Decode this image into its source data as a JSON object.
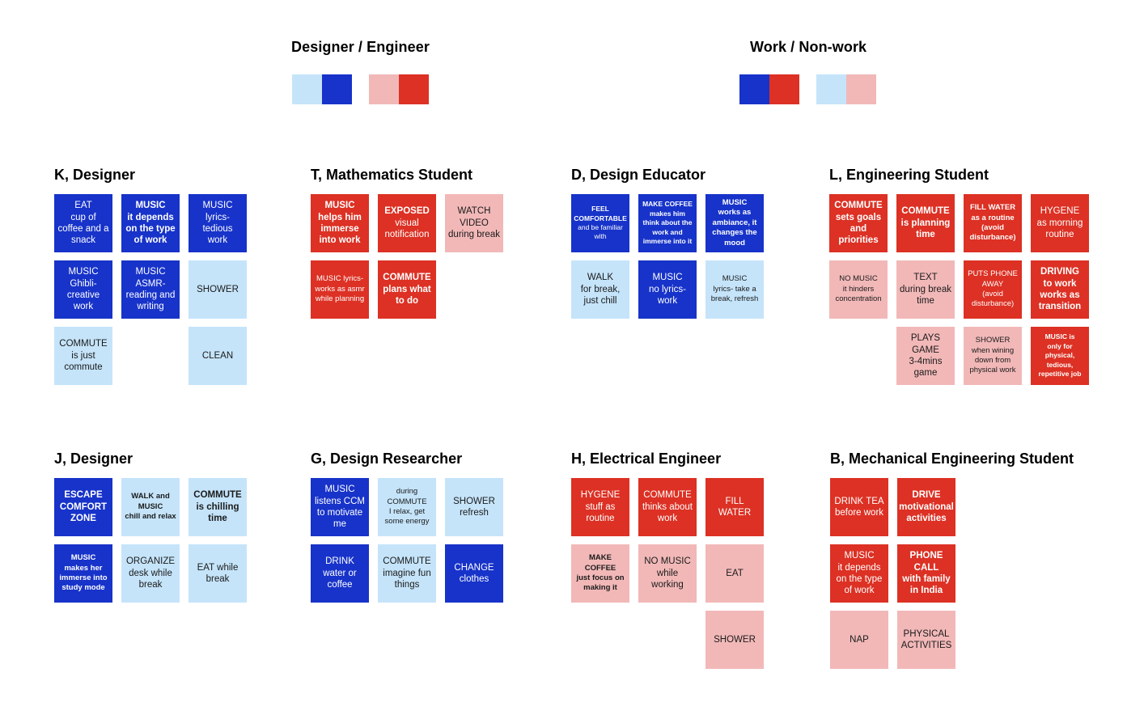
{
  "legend": {
    "designer_engineer": {
      "title": "Designer / Engineer",
      "colors": [
        "#c5e4fa",
        "#1733c9",
        "#f2b8b8",
        "#dc3124"
      ]
    },
    "work_nonwork": {
      "title": "Work / Non-work",
      "colors": [
        "#1733c9",
        "#dc3124",
        "#c5e4fa",
        "#f2b8b8"
      ]
    }
  },
  "colors": {
    "dark_blue": "#1733c9",
    "light_blue": "#c5e4fa",
    "dark_red": "#dc3124",
    "light_red": "#f2b8b8"
  },
  "groups": [
    {
      "title": "K, Designer",
      "notes": [
        {
          "color": "dark-blue",
          "lines": [
            {
              "t": "EAT",
              "b": false
            },
            {
              "t": "cup of coffee and a snack",
              "b": false
            }
          ]
        },
        {
          "color": "dark-blue",
          "lines": [
            {
              "t": "MUSIC",
              "b": true
            },
            {
              "t": "it depends on the type of work",
              "b": true
            }
          ]
        },
        {
          "color": "dark-blue",
          "lines": [
            {
              "t": "MUSIC",
              "b": false
            },
            {
              "t": "lyrics- tedious work",
              "b": false
            }
          ]
        },
        {
          "color": "dark-blue",
          "lines": [
            {
              "t": "MUSIC",
              "b": false
            },
            {
              "t": "Ghibli- creative work",
              "b": false
            }
          ]
        },
        {
          "color": "dark-blue",
          "lines": [
            {
              "t": "MUSIC",
              "b": false
            },
            {
              "t": "ASMR- reading and writing",
              "b": false
            }
          ]
        },
        {
          "color": "light-blue",
          "lines": [
            {
              "t": "SHOWER",
              "b": false
            }
          ]
        },
        {
          "color": "light-blue",
          "lines": [
            {
              "t": "COMMUTE",
              "b": false
            },
            {
              "t": "is just commute",
              "b": false
            }
          ]
        },
        {
          "color": "light-blue",
          "lines": [
            {
              "t": "CLEAN",
              "b": false
            }
          ]
        }
      ]
    },
    {
      "title": "T, Mathematics Student",
      "notes": [
        {
          "color": "dark-red",
          "lines": [
            {
              "t": "MUSIC",
              "b": true
            },
            {
              "t": "helps him immerse into work",
              "b": true
            }
          ]
        },
        {
          "color": "dark-red",
          "lines": [
            {
              "t": "EXPOSED",
              "b": true
            },
            {
              "t": "visual notification",
              "b": false
            }
          ]
        },
        {
          "color": "light-red",
          "lines": [
            {
              "t": "WATCH VIDEO",
              "b": false
            },
            {
              "t": "during break",
              "b": false
            }
          ]
        },
        {
          "color": "dark-red",
          "lines": [
            {
              "t": "MUSIC lyrics- works as asmr while planning",
              "b": false
            }
          ]
        },
        {
          "color": "dark-red",
          "lines": [
            {
              "t": "COMMUTE",
              "b": true
            },
            {
              "t": "plans what to do",
              "b": true
            }
          ]
        }
      ]
    },
    {
      "title": "D, Design Educator",
      "notes": [
        {
          "color": "dark-blue",
          "lines": [
            {
              "t": "FEEL COMFORTABLE",
              "b": true
            },
            {
              "t": "and be familiar with",
              "b": false
            }
          ]
        },
        {
          "color": "dark-blue",
          "lines": [
            {
              "t": "MAKE COFFEE",
              "b": true
            },
            {
              "t": "makes him think about the work and immerse into it",
              "b": true
            }
          ]
        },
        {
          "color": "dark-blue",
          "lines": [
            {
              "t": "MUSIC",
              "b": true
            },
            {
              "t": "works as ambiance, it changes the mood",
              "b": true
            }
          ]
        },
        {
          "color": "light-blue",
          "lines": [
            {
              "t": "WALK",
              "b": false
            },
            {
              "t": "for break, just chill",
              "b": false
            }
          ]
        },
        {
          "color": "dark-blue",
          "lines": [
            {
              "t": "MUSIC",
              "b": false
            },
            {
              "t": "no lyrics- work",
              "b": false
            }
          ]
        },
        {
          "color": "light-blue",
          "lines": [
            {
              "t": "MUSIC",
              "b": false
            },
            {
              "t": "lyrics- take a break, refresh",
              "b": false
            }
          ]
        }
      ]
    },
    {
      "title": "L, Engineering Student",
      "notes": [
        {
          "color": "dark-red",
          "lines": [
            {
              "t": "COMMUTE",
              "b": true
            },
            {
              "t": "sets goals and priorities",
              "b": true
            }
          ]
        },
        {
          "color": "dark-red",
          "lines": [
            {
              "t": "COMMUTE",
              "b": true
            },
            {
              "t": "is planning time",
              "b": true
            }
          ]
        },
        {
          "color": "dark-red",
          "lines": [
            {
              "t": "FILL WATER",
              "b": true
            },
            {
              "t": "as a routine (avoid disturbance)",
              "b": true
            }
          ]
        },
        {
          "color": "dark-red",
          "lines": [
            {
              "t": "HYGENE",
              "b": false
            },
            {
              "t": "as morning routine",
              "b": false
            }
          ]
        },
        {
          "color": "light-red",
          "lines": [
            {
              "t": "NO MUSIC",
              "b": false
            },
            {
              "t": "it hinders concentration",
              "b": false
            }
          ]
        },
        {
          "color": "light-red",
          "lines": [
            {
              "t": "TEXT",
              "b": false
            },
            {
              "t": "during break time",
              "b": false
            }
          ]
        },
        {
          "color": "dark-red",
          "lines": [
            {
              "t": "PUTS PHONE AWAY",
              "b": false
            },
            {
              "t": "(avoid disturbance)",
              "b": false
            }
          ]
        },
        {
          "color": "dark-red",
          "lines": [
            {
              "t": "DRIVING",
              "b": true
            },
            {
              "t": "to work works as transition",
              "b": true
            }
          ]
        },
        {
          "color": "light-red",
          "lines": [
            {
              "t": "PLAYS GAME",
              "b": false
            },
            {
              "t": "3-4mins game",
              "b": false
            }
          ]
        },
        {
          "color": "light-red",
          "lines": [
            {
              "t": "SHOWER",
              "b": false
            },
            {
              "t": "when wining down from physical work",
              "b": false
            }
          ]
        },
        {
          "color": "dark-red",
          "lines": [
            {
              "t": "MUSIC is",
              "b": true
            },
            {
              "t": "only for physical, tedious, repetitive job",
              "b": true
            }
          ]
        }
      ]
    },
    {
      "title": "J, Designer",
      "notes": [
        {
          "color": "dark-blue",
          "lines": [
            {
              "t": "ESCAPE COMFORT ZONE",
              "b": true
            }
          ]
        },
        {
          "color": "light-blue",
          "lines": [
            {
              "t": "WALK and MUSIC",
              "b": true
            },
            {
              "t": "chill and relax",
              "b": true
            }
          ]
        },
        {
          "color": "light-blue",
          "lines": [
            {
              "t": "COMMUTE",
              "b": true
            },
            {
              "t": "is chilling time",
              "b": true
            }
          ]
        },
        {
          "color": "dark-blue",
          "lines": [
            {
              "t": "MUSIC",
              "b": true
            },
            {
              "t": "makes her immerse into study mode",
              "b": true
            }
          ]
        },
        {
          "color": "light-blue",
          "lines": [
            {
              "t": "ORGANIZE",
              "b": false
            },
            {
              "t": "desk while break",
              "b": false
            }
          ]
        },
        {
          "color": "light-blue",
          "lines": [
            {
              "t": "EAT while break",
              "b": false
            }
          ]
        }
      ]
    },
    {
      "title": "G, Design Researcher",
      "notes": [
        {
          "color": "dark-blue",
          "lines": [
            {
              "t": "MUSIC",
              "b": false
            },
            {
              "t": "listens CCM to motivate me",
              "b": false
            }
          ]
        },
        {
          "color": "light-blue",
          "lines": [
            {
              "t": "during COMMUTE",
              "b": false
            },
            {
              "t": "I relax, get some energy",
              "b": false
            }
          ]
        },
        {
          "color": "light-blue",
          "lines": [
            {
              "t": "SHOWER",
              "b": false
            },
            {
              "t": "refresh",
              "b": false
            }
          ]
        },
        {
          "color": "dark-blue",
          "lines": [
            {
              "t": "DRINK",
              "b": false
            },
            {
              "t": "water or coffee",
              "b": false
            }
          ]
        },
        {
          "color": "light-blue",
          "lines": [
            {
              "t": "COMMUTE",
              "b": false
            },
            {
              "t": "imagine fun things",
              "b": false
            }
          ]
        },
        {
          "color": "dark-blue",
          "lines": [
            {
              "t": "CHANGE",
              "b": false
            },
            {
              "t": "clothes",
              "b": false
            }
          ]
        }
      ]
    },
    {
      "title": "H, Electrical Engineer",
      "notes": [
        {
          "color": "dark-red",
          "lines": [
            {
              "t": "HYGENE",
              "b": false
            },
            {
              "t": "stuff as routine",
              "b": false
            }
          ]
        },
        {
          "color": "dark-red",
          "lines": [
            {
              "t": "COMMUTE",
              "b": false
            },
            {
              "t": "thinks about work",
              "b": false
            }
          ]
        },
        {
          "color": "dark-red",
          "lines": [
            {
              "t": "FILL WATER",
              "b": false
            }
          ]
        },
        {
          "color": "light-red",
          "lines": [
            {
              "t": "MAKE COFFEE",
              "b": true
            },
            {
              "t": "just focus on making it",
              "b": true
            }
          ]
        },
        {
          "color": "light-red",
          "lines": [
            {
              "t": "NO MUSIC",
              "b": false
            },
            {
              "t": "while working",
              "b": false
            }
          ]
        },
        {
          "color": "light-red",
          "lines": [
            {
              "t": "EAT",
              "b": false
            }
          ]
        },
        {
          "color": "light-red",
          "lines": [
            {
              "t": "SHOWER",
              "b": false
            }
          ]
        }
      ]
    },
    {
      "title": "B, Mechanical Engineering Student",
      "notes": [
        {
          "color": "dark-red",
          "lines": [
            {
              "t": "DRINK TEA",
              "b": false
            },
            {
              "t": "before work",
              "b": false
            }
          ]
        },
        {
          "color": "dark-red",
          "lines": [
            {
              "t": "DRIVE",
              "b": true
            },
            {
              "t": "motivational activities",
              "b": true
            }
          ]
        },
        {
          "color": "dark-red",
          "lines": [
            {
              "t": "MUSIC",
              "b": false
            },
            {
              "t": "it depends on the type of work",
              "b": false
            }
          ]
        },
        {
          "color": "dark-red",
          "lines": [
            {
              "t": "PHONE CALL",
              "b": true
            },
            {
              "t": "with family in India",
              "b": true
            }
          ]
        },
        {
          "color": "light-red",
          "lines": [
            {
              "t": "NAP",
              "b": false
            }
          ]
        },
        {
          "color": "light-red",
          "lines": [
            {
              "t": "PHYSICAL ACTIVITIES",
              "b": false
            }
          ]
        }
      ]
    }
  ]
}
